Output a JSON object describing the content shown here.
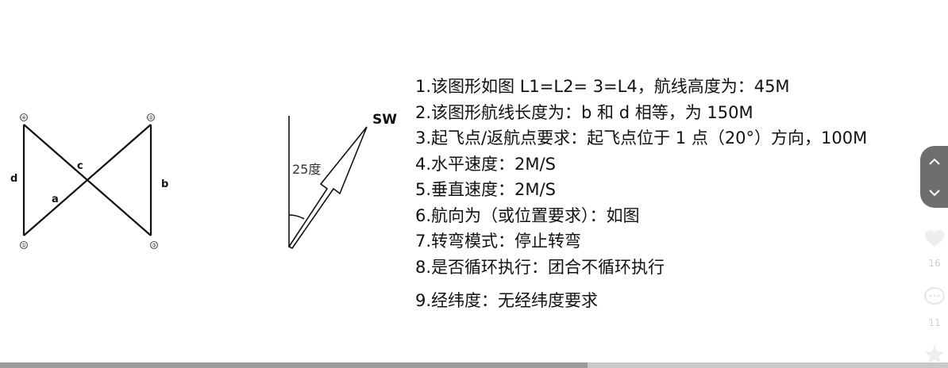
{
  "diagram": {
    "corner_labels": {
      "p1": "①",
      "p2": "②",
      "p3": "③",
      "p4": "④"
    },
    "side_labels": {
      "a": "a",
      "b": "b",
      "c": "c",
      "d": "d"
    },
    "direction_label": "SW",
    "angle_label": "25度"
  },
  "requirements": [
    "1.该图形如图 L1=L2= 3=L4，航线高度为：45M",
    "2.该图形航线长度为：b 和 d 相等，为 150M",
    "3.起飞点/返航点要求：起飞点位于 1 点（20°）方向，100M",
    "4.水平速度：2M/S",
    "5.垂直速度：2M/S",
    "6.航向为（或位置要求）：如图",
    "7.转弯模式：停止转弯",
    "8.是否循环执行：团合不循环执行",
    "9.经纬度：无经纬度要求"
  ],
  "side_actions": {
    "like_count": "16",
    "comment_count": "11",
    "icons": [
      "heart-icon",
      "comment-icon",
      "star-icon",
      "chevron-up-icon",
      "chevron-down-icon"
    ]
  },
  "progress": {
    "fraction": 0.62
  }
}
